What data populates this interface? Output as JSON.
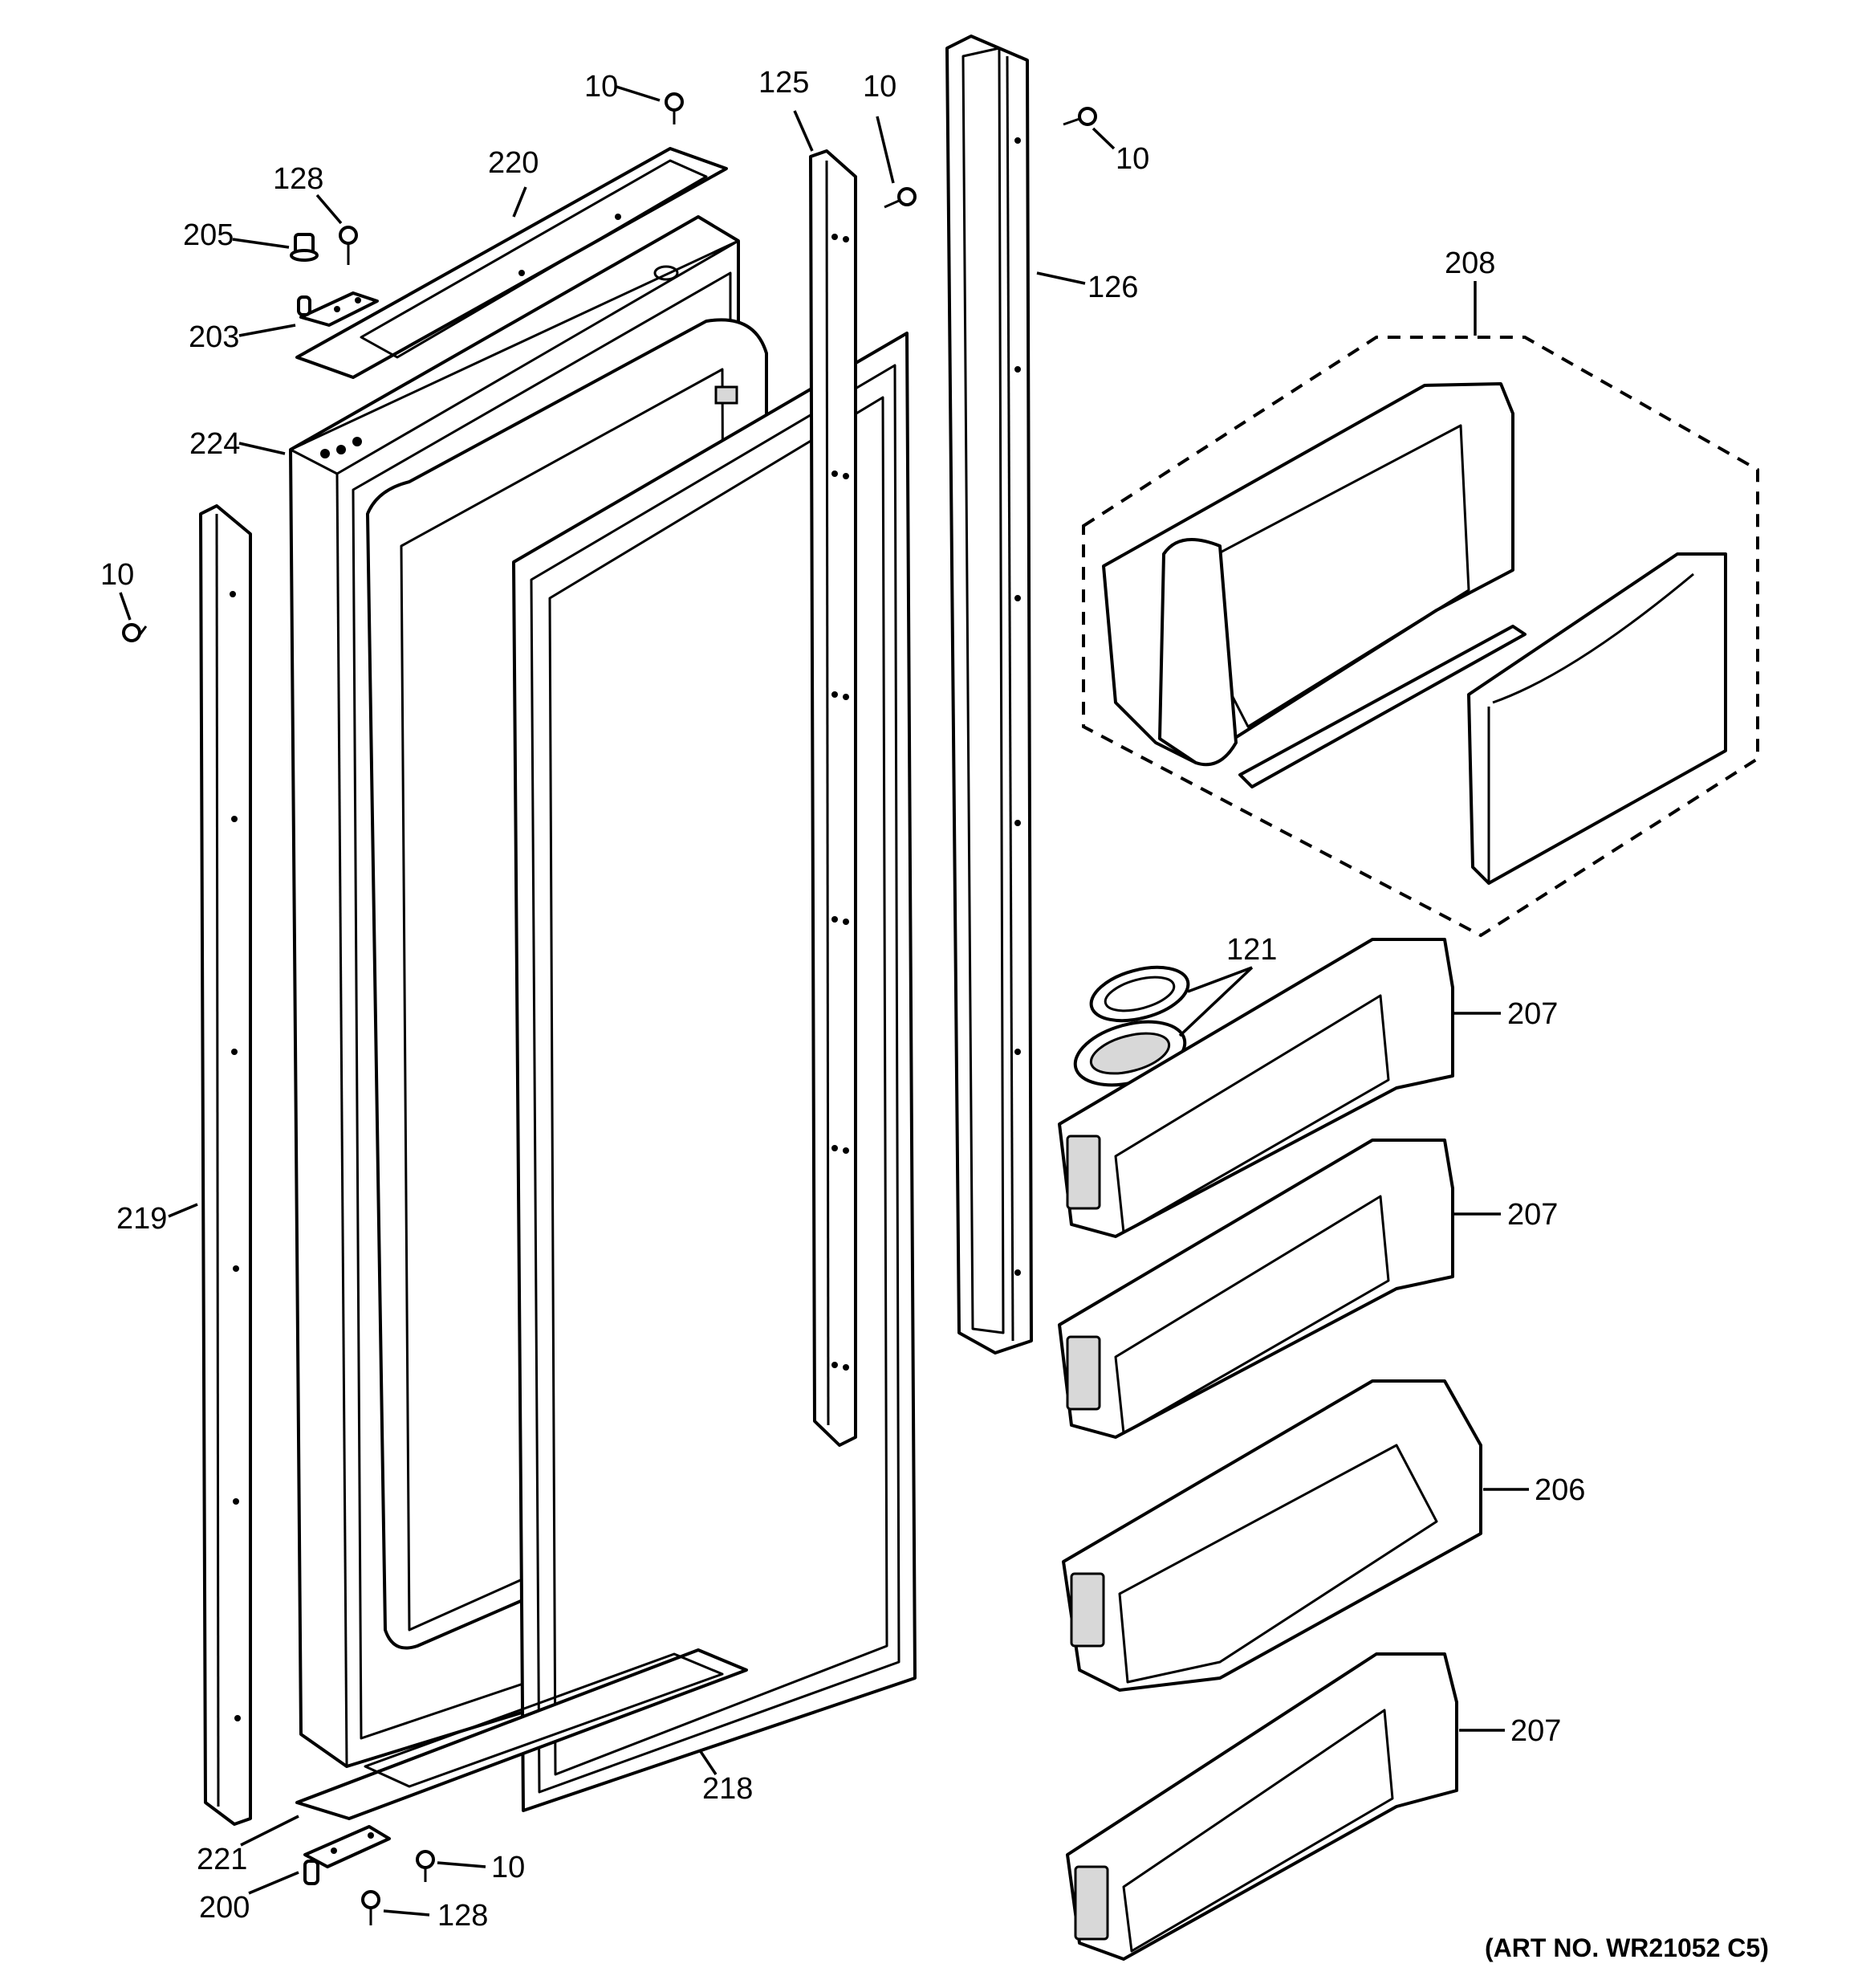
{
  "diagram": {
    "art_number": "(ART NO. WR21052 C5)",
    "callouts": {
      "c10_top": "10",
      "c125": "125",
      "c10_mid": "10",
      "c10_right": "10",
      "c126": "126",
      "c128_top": "128",
      "c220": "220",
      "c205": "205",
      "c203": "203",
      "c224": "224",
      "c10_left": "10",
      "c208": "208",
      "c121": "121",
      "c207_a": "207",
      "c207_b": "207",
      "c206": "206",
      "c207_c": "207",
      "c219": "219",
      "c218": "218",
      "c221": "221",
      "c200": "200",
      "c10_bottom": "10",
      "c128_bottom": "128"
    }
  }
}
